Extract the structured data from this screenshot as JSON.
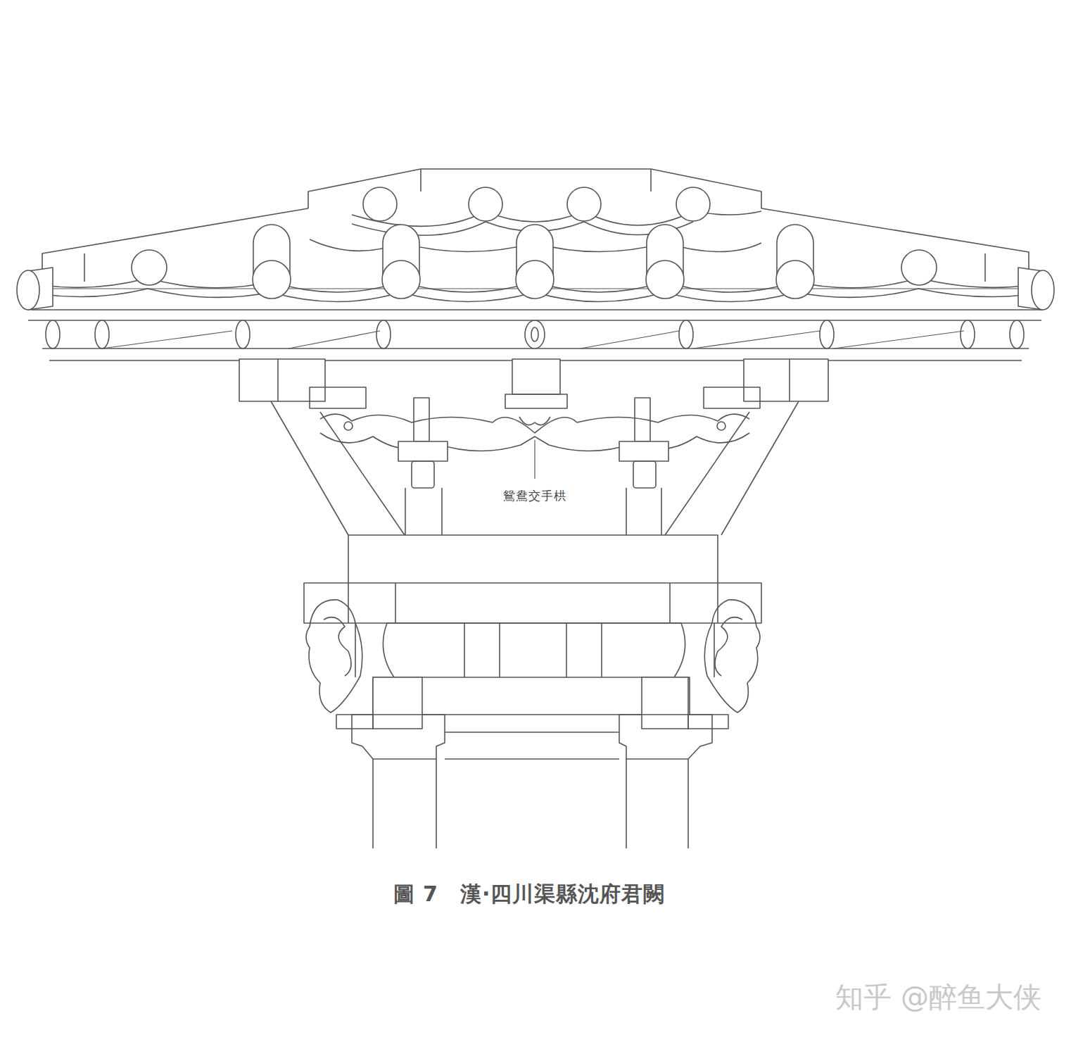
{
  "diagram": {
    "caption": "圖 7　漢·四川渠縣沈府君闕",
    "labels": [
      "鴛鴦交手栱",
      "知乎 @醉鱼大侠"
    ]
  }
}
